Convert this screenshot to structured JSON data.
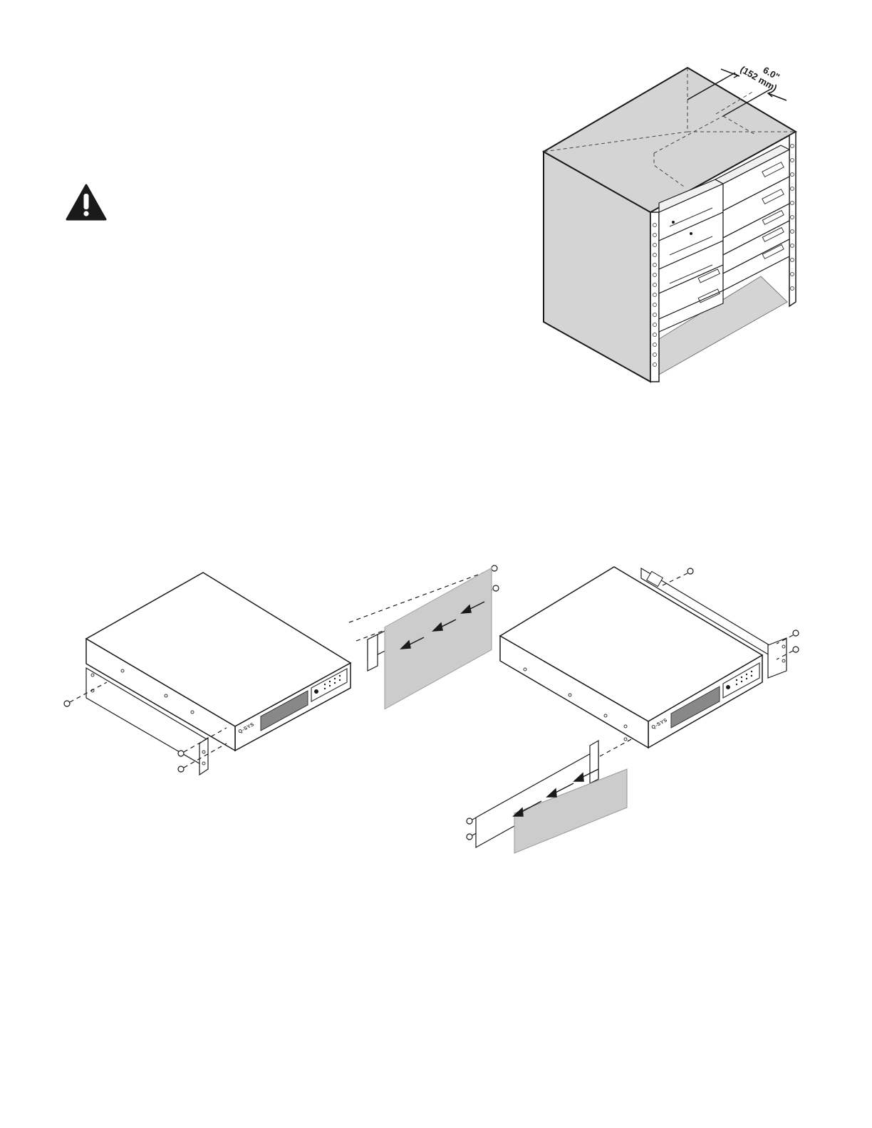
{
  "warning": {
    "icon": "warning-triangle-icon",
    "color": "#1a1a1a"
  },
  "rack_figure": {
    "dimension_label": "6.0\"",
    "dimension_label_metric": "(152 mm)",
    "fill_color": "#d4d4d4"
  },
  "mounting_figures": {
    "brand_label": "Q-SYS",
    "label_panel_color": "#cccccc"
  }
}
